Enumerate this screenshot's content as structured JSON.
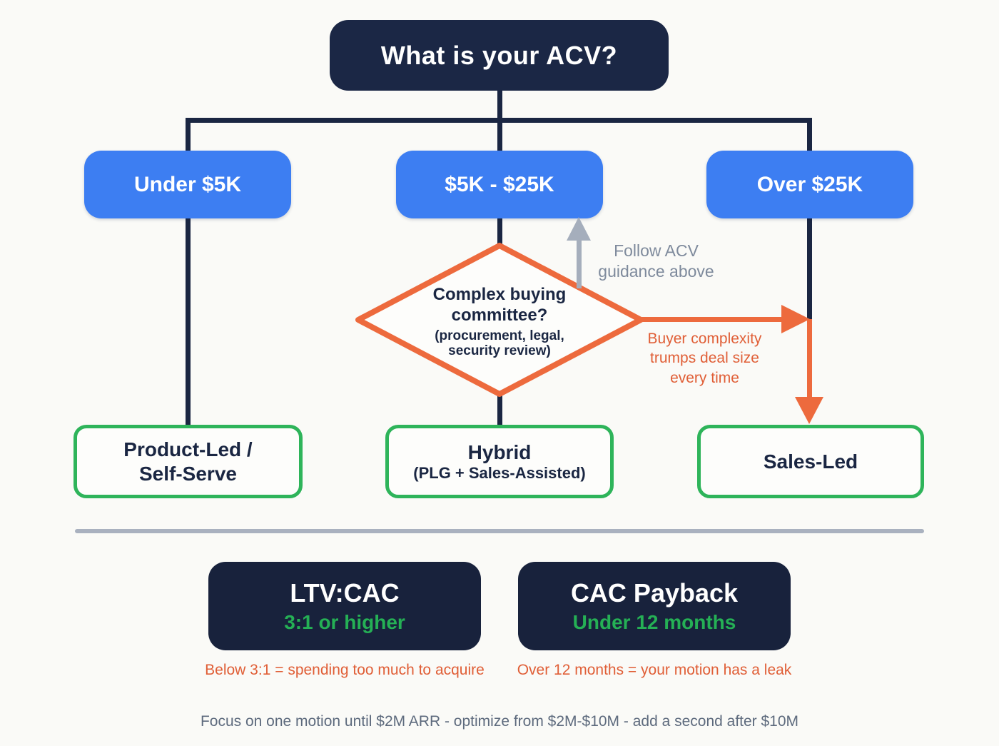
{
  "colors": {
    "background": "#fafaf7",
    "navy": "#1a2642",
    "navy_box": "#1b2745",
    "metric_box": "#18223c",
    "blue": "#3d7ef2",
    "green_border": "#2eb45a",
    "green_text": "#25b055",
    "orange": "#ed6a3d",
    "orange_text": "#e05e36",
    "gray_arrow": "#a5aebc",
    "gray_text": "#7e8a9c",
    "divider": "#a9b1bf",
    "footer_text": "#5d6a7d"
  },
  "flowchart": {
    "root_question": "What is your ACV?",
    "acv_branches": [
      {
        "label": "Under $5K"
      },
      {
        "label": "$5K - $25K"
      },
      {
        "label": "Over $25K"
      }
    ],
    "decision_diamond": {
      "question": "Complex buying\ncommittee?",
      "detail": "(procurement, legal,\nsecurity review)"
    },
    "annotations": {
      "follow_acv": "Follow ACV\nguidance above",
      "buyer_complexity": "Buyer complexity\ntrumps deal size\nevery time"
    },
    "outcomes": [
      {
        "title": "Product-Led /\nSelf-Serve",
        "subtitle": ""
      },
      {
        "title": "Hybrid",
        "subtitle": "(PLG + Sales-Assisted)"
      },
      {
        "title": "Sales-Led",
        "subtitle": ""
      }
    ]
  },
  "metrics": [
    {
      "name": "LTV:CAC",
      "target": "3:1 or higher",
      "warning": "Below 3:1 = spending too much to acquire"
    },
    {
      "name": "CAC Payback",
      "target": "Under 12 months",
      "warning": "Over 12 months = your motion has a leak"
    }
  ],
  "footer": "Focus on one motion until $2M ARR - optimize from $2M-$10M - add a second after $10M"
}
